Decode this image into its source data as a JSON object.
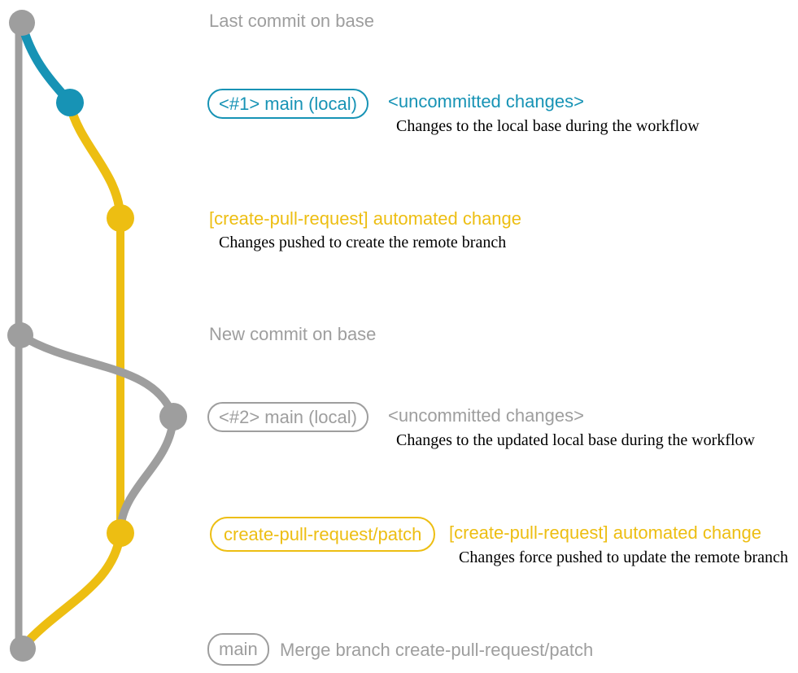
{
  "colors": {
    "gray": "#9E9E9E",
    "teal": "#1793B5",
    "yellow": "#EDBE12",
    "black": "#000000"
  },
  "graph": {
    "branches": [
      "base (gray)",
      "main local (teal)",
      "create-pull-request/patch (yellow)"
    ],
    "commit_count": 7
  },
  "annotations": {
    "last_commit": "Last commit on base",
    "branch1_badge": "<#1> main (local)",
    "branch1_status": "<uncommitted changes>",
    "branch1_desc": "Changes to the local base during the workflow",
    "cpr_label_1": "[create-pull-request] automated change",
    "cpr_desc_1": "Changes pushed to create the remote branch",
    "new_commit": "New commit on base",
    "branch2_badge": "<#2> main (local)",
    "branch2_status": "<uncommitted changes>",
    "branch2_desc": "Changes to the updated local base during the workflow",
    "patch_badge": "create-pull-request/patch",
    "cpr_label_2": "[create-pull-request] automated change",
    "cpr_desc_2": "Changes force pushed to update the remote branch",
    "main_badge": "main",
    "merge_label": "Merge branch create-pull-request/patch"
  }
}
